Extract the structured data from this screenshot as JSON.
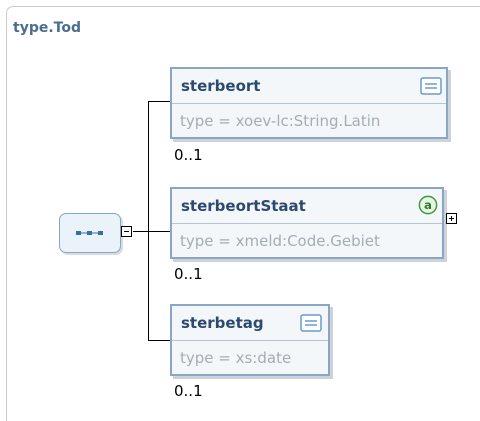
{
  "frame": {
    "title": "type.Tod"
  },
  "sequence": {
    "icon": "sequence-compositor-icon"
  },
  "elements": [
    {
      "name": "sterbeort",
      "type": "type = xoev-lc:String.Latin",
      "cardinality": "0..1",
      "badge": "documentation-icon",
      "expandable": false
    },
    {
      "name": "sterbeortStaat",
      "type": "type = xmeld:Code.Gebiet",
      "cardinality": "0..1",
      "badge": "attribute-icon",
      "expandable": true
    },
    {
      "name": "sterbetag",
      "type": "type = xs:date",
      "cardinality": "0..1",
      "badge": "documentation-icon",
      "expandable": false
    }
  ],
  "colors": {
    "title": "#4a6e90",
    "element_border": "#8aa6c4",
    "element_name": "#2c4a6e",
    "type_text": "#a4adb5",
    "badge_green": "#3d9a3d"
  }
}
